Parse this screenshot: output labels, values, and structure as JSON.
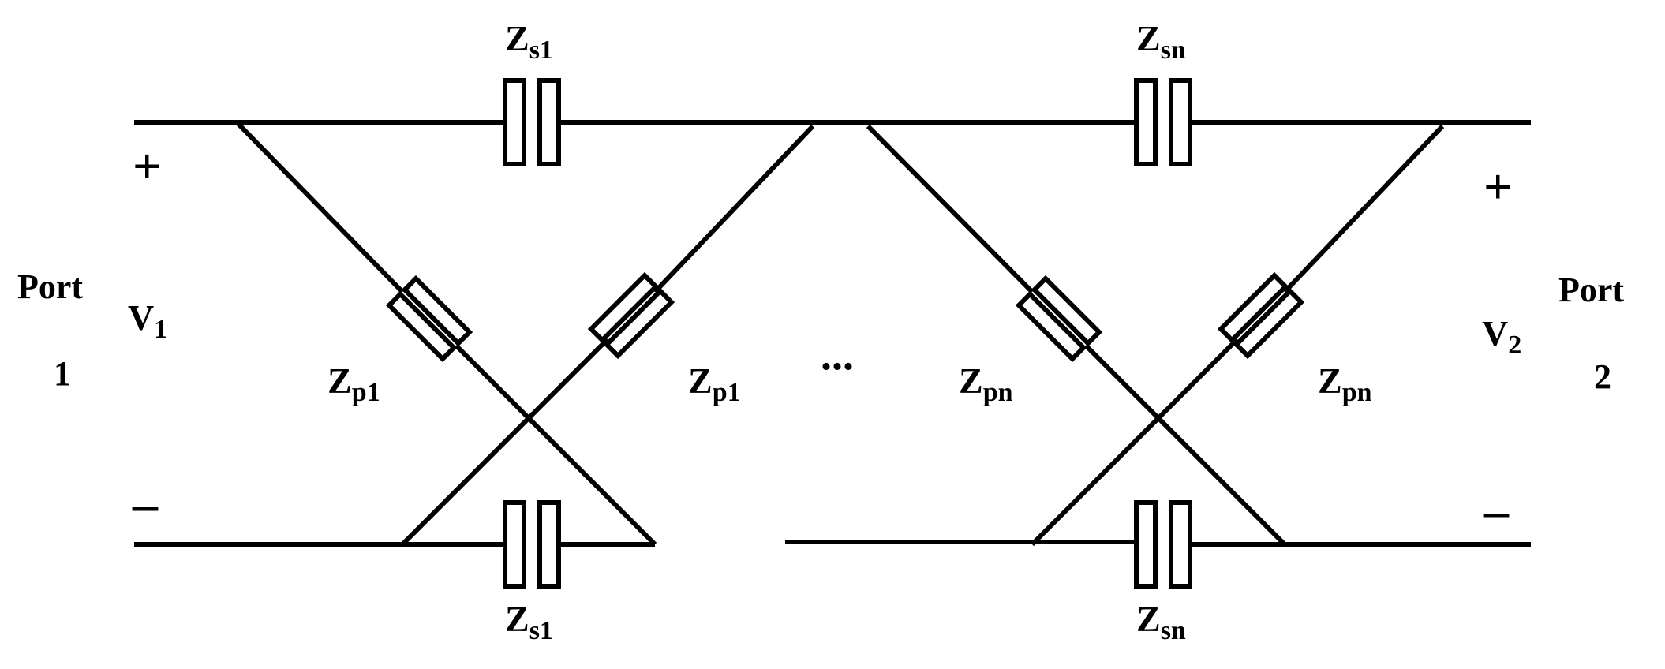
{
  "ports": {
    "left": {
      "line1": "Port",
      "line2": "1",
      "voltage_main": "V",
      "voltage_sub": "1",
      "plus": "+",
      "minus": "–"
    },
    "right": {
      "line1": "Port",
      "line2": "2",
      "voltage_main": "V",
      "voltage_sub": "2",
      "plus": "+",
      "minus": "–"
    }
  },
  "series_elements": {
    "top_1": {
      "main": "Z",
      "sub": "s1"
    },
    "top_n": {
      "main": "Z",
      "sub": "sn"
    },
    "bottom_1": {
      "main": "Z",
      "sub": "s1"
    },
    "bottom_n": {
      "main": "Z",
      "sub": "sn"
    }
  },
  "lattice_elements": {
    "section1_left": {
      "main": "Z",
      "sub": "p1"
    },
    "section1_right": {
      "main": "Z",
      "sub": "p1"
    },
    "sectionN_left": {
      "main": "Z",
      "sub": "pn"
    },
    "sectionN_right": {
      "main": "Z",
      "sub": "pn"
    }
  },
  "ellipsis": "..."
}
